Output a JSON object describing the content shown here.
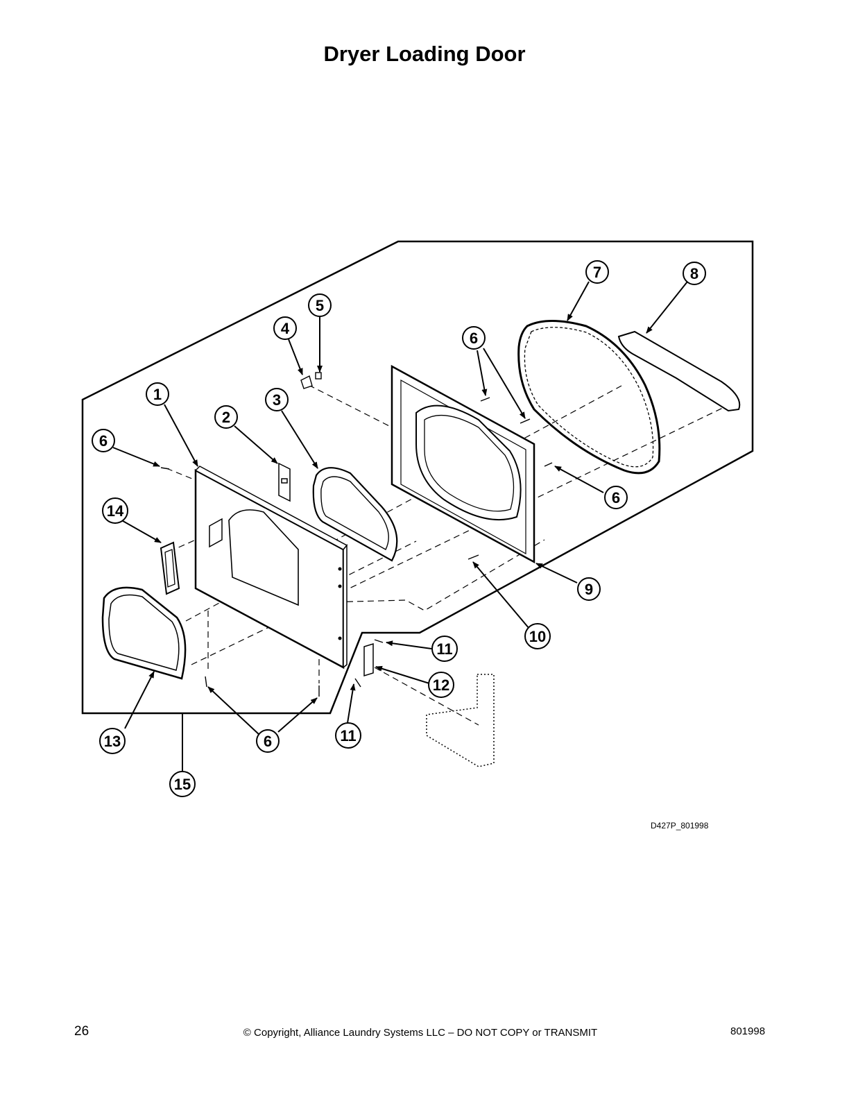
{
  "title": "Dryer Loading Door",
  "callouts": {
    "c1": "1",
    "c2": "2",
    "c3": "3",
    "c4": "4",
    "c5": "5",
    "c6a": "6",
    "c6b": "6",
    "c6c": "6",
    "c6d": "6",
    "c7": "7",
    "c8": "8",
    "c9": "9",
    "c10": "10",
    "c11a": "11",
    "c11b": "11",
    "c12": "12",
    "c13": "13",
    "c14": "14",
    "c15": "15"
  },
  "drawing_number": "D427P_801998",
  "footer": {
    "page_number": "26",
    "copyright": "© Copyright, Alliance Laundry Systems LLC – DO NOT COPY or TRANSMIT",
    "document_number": "801998"
  }
}
